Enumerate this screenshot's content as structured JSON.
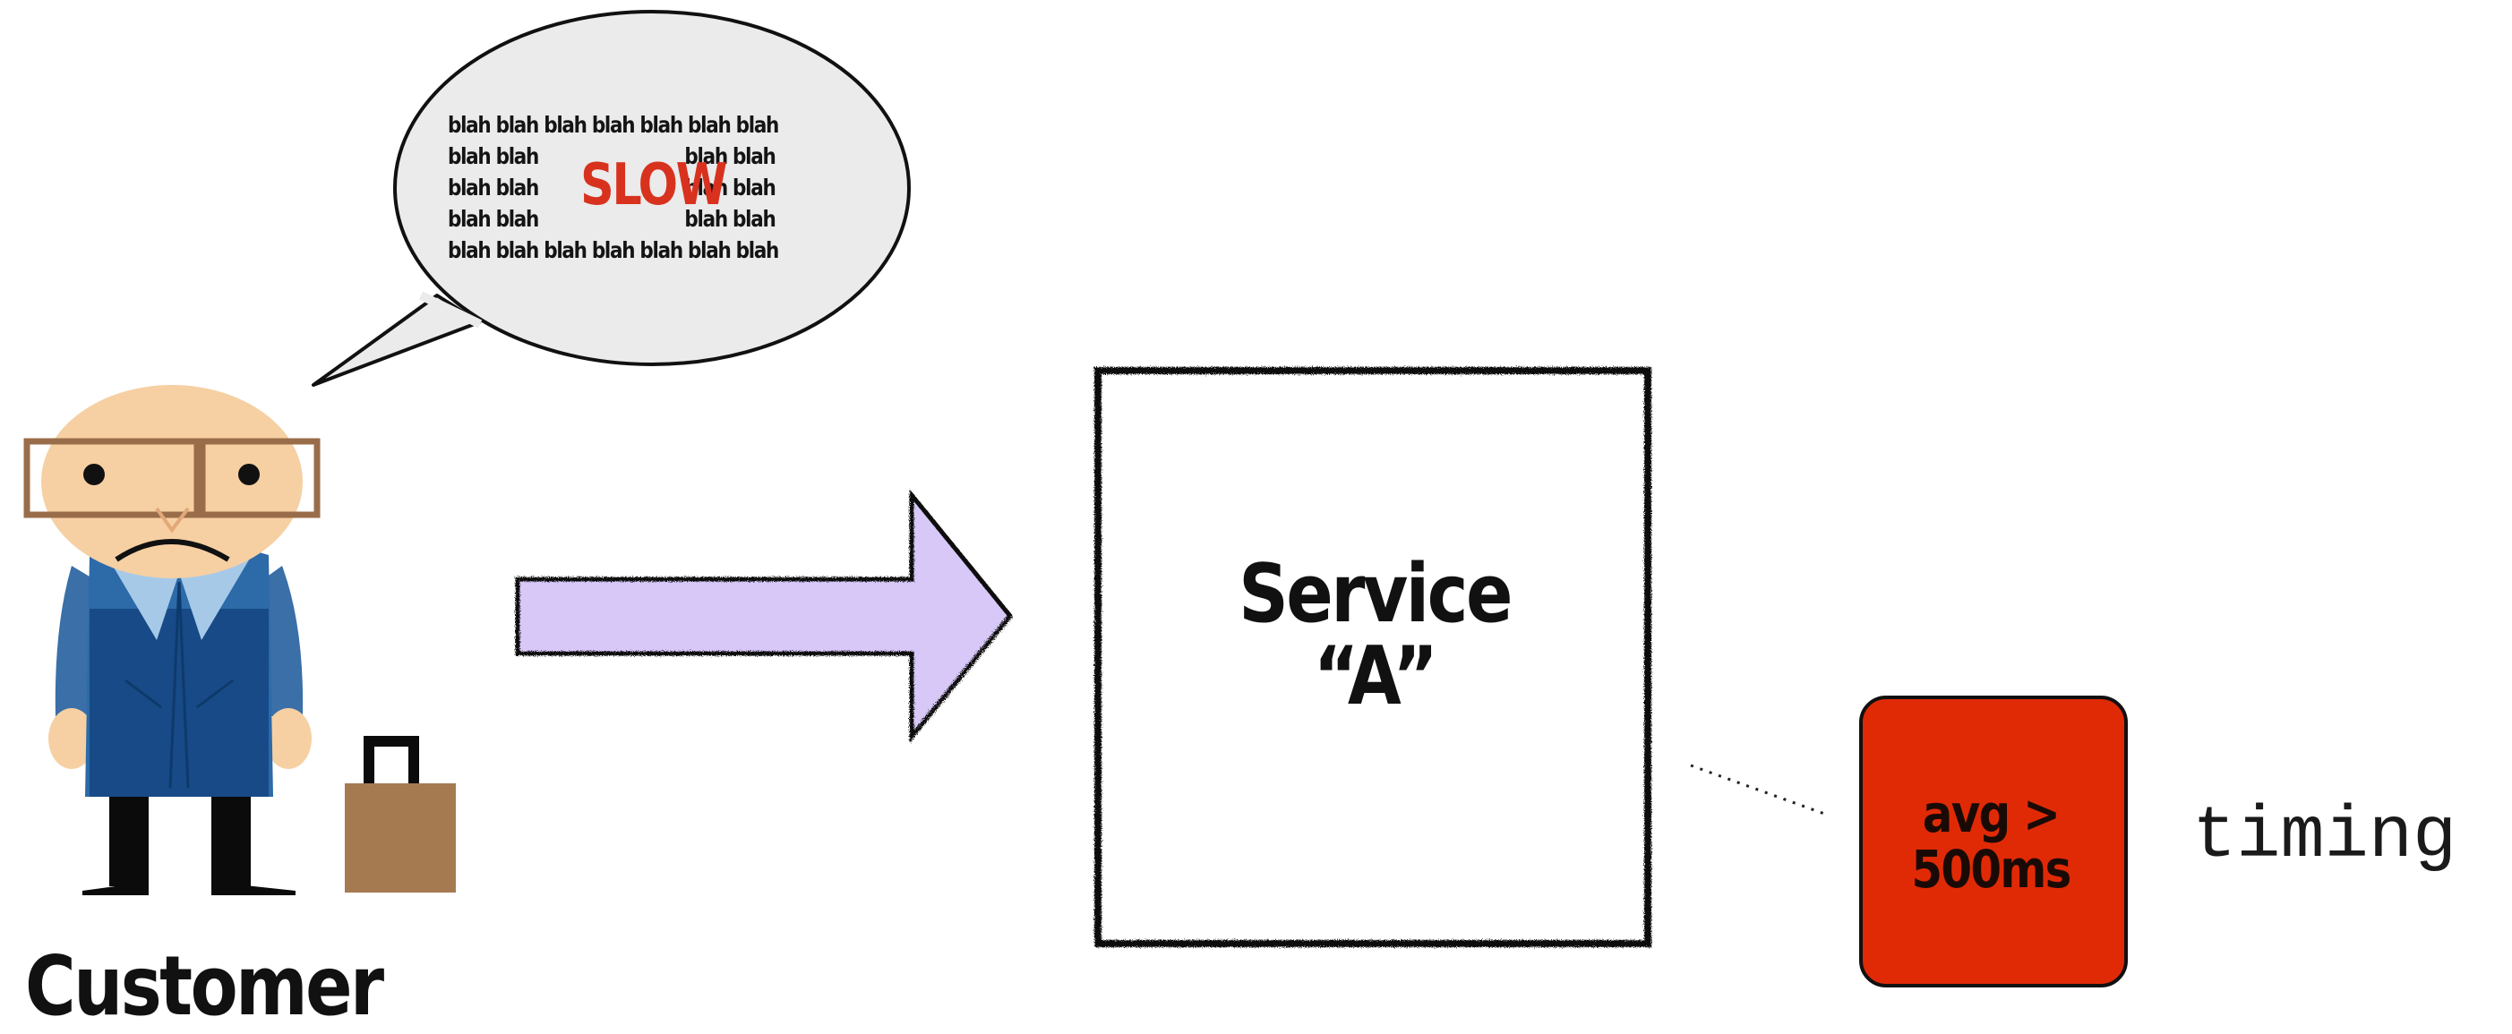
{
  "speech_bubble": {
    "lines": [
      "blah blah blah blah blah blah blah",
      [
        "blah blah",
        "blah blah"
      ],
      [
        "blah blah",
        "blah blah"
      ],
      [
        "blah blah",
        "blah blah"
      ],
      "blah blah blah blah blah blah blah"
    ],
    "emphasis": "SLOW",
    "emphasis_color": "#d8321e",
    "fill": "#ebebeb"
  },
  "customer": {
    "label": "Customer",
    "icon": "customer-figure-icon",
    "luggage_icon": "suitcase-icon"
  },
  "arrow": {
    "icon": "request-arrow-icon",
    "fill": "#d7c8f8"
  },
  "service": {
    "line1": "Service",
    "line2": "“A”"
  },
  "metric": {
    "line1": "avg >",
    "line2": "500ms",
    "fill": "#e02a06"
  },
  "timing": {
    "label": "timing"
  }
}
